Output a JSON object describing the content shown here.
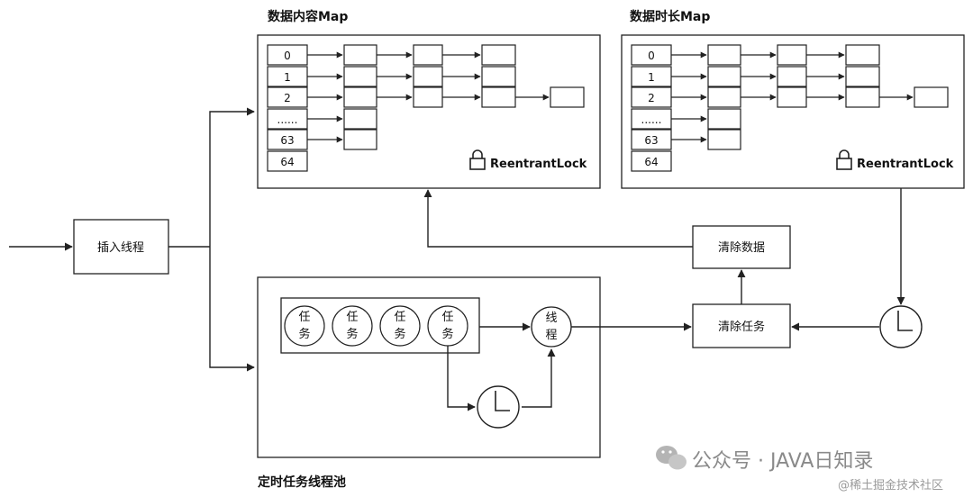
{
  "content_map": {
    "title": "数据内容Map",
    "slots": [
      "0",
      "1",
      "2",
      "......",
      "63",
      "64"
    ],
    "lock_label": "ReentrantLock"
  },
  "duration_map": {
    "title": "数据时长Map",
    "slots": [
      "0",
      "1",
      "2",
      "......",
      "63",
      "64"
    ],
    "lock_label": "ReentrantLock"
  },
  "insert_thread": {
    "label": "插入线程"
  },
  "pool": {
    "title": "定时任务线程池",
    "tasks": [
      {
        "line1": "任",
        "line2": "务"
      },
      {
        "line1": "任",
        "line2": "务"
      },
      {
        "line1": "任",
        "line2": "务"
      },
      {
        "line1": "任",
        "line2": "务"
      }
    ],
    "thread": {
      "line1": "线",
      "line2": "程"
    }
  },
  "clear_data": {
    "label": "清除数据"
  },
  "clear_task": {
    "label": "清除任务"
  },
  "watermark": {
    "main": "公众号 · JAVA日知录",
    "sub": "@稀土掘金技术社区"
  }
}
